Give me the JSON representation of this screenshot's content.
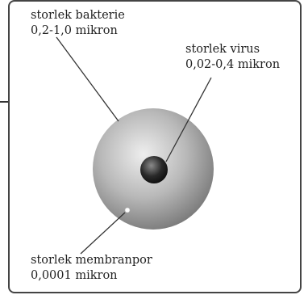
{
  "labels": {
    "bacteria": {
      "name": "storlek bakterie",
      "size": "0,2-1,0 mikron"
    },
    "virus": {
      "name": "storlek virus",
      "size": "0,02-0,4 mikron"
    },
    "pore": {
      "name": "storlek membranpor",
      "size": "0,0001 mikron"
    }
  },
  "colors": {
    "bacteria_light": "#eeeeee",
    "bacteria_dark": "#7a7a7a",
    "virus_light": "#8a8a8a",
    "virus_dark": "#111111",
    "pore": "#ffffff",
    "line": "#333333"
  }
}
